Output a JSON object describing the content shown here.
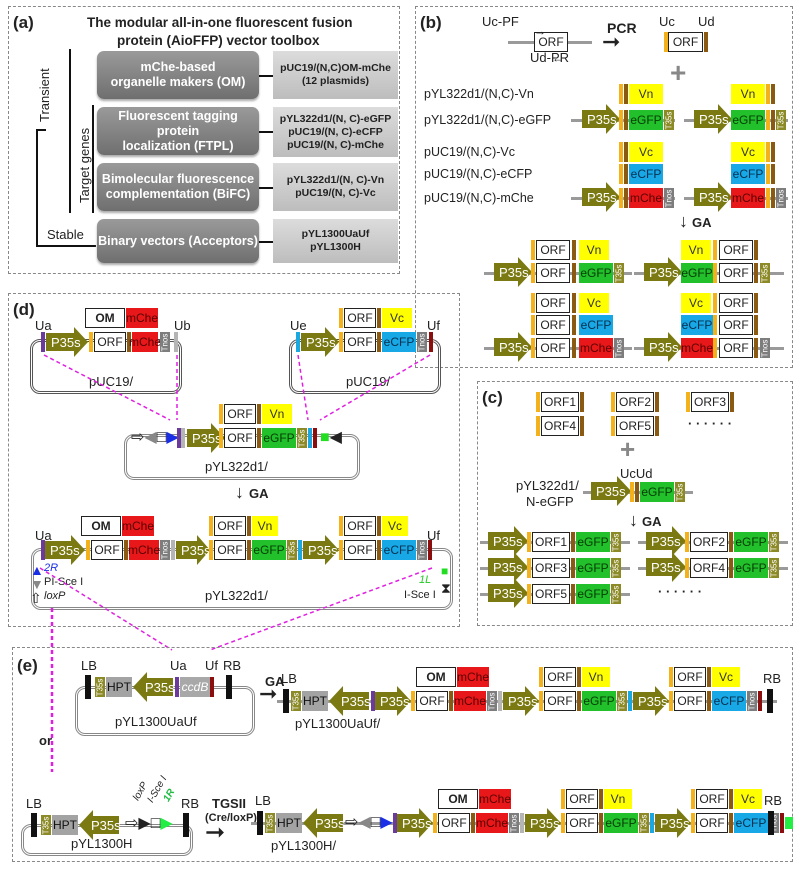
{
  "panels": {
    "a": {
      "label": "(a)",
      "title_line1": "The modular all-in-one fluorescent fusion",
      "title_line2": "protein (AioFFP) vector toolbox",
      "branch_transient": "Transient",
      "branch_target_genes": "Target genes",
      "branch_stable": "Stable",
      "rows": [
        {
          "category_line1": "mChe-based",
          "category_line2": "organelle makers (OM)",
          "plasmids": [
            "pUC19/(N,C)OM-mChe",
            "(12 plasmids)"
          ]
        },
        {
          "category_line1": "Fluorescent tagging protein",
          "category_line2": "localization (FTPL)",
          "plasmids": [
            "pYL322d1/(N, C)-eGFP",
            "pUC19/(N, C)-eCFP",
            "pUC19/(N, C)-mChe"
          ]
        },
        {
          "category_line1": "Bimolecular fluorescence",
          "category_line2": "complementation (BiFC)",
          "plasmids": [
            "pYL322d1/(N, C)-Vn",
            "pUC19/(N, C)-Vc"
          ]
        },
        {
          "category_line1": "Binary vectors (Acceptors)",
          "category_line2": "",
          "plasmids": [
            "pYL1300UaUf",
            "pYL1300H"
          ]
        }
      ]
    },
    "b": {
      "label": "(b)",
      "primer_f": "Uc-PF",
      "primer_r": "Ud-PR",
      "pcr": "PCR",
      "uc": "Uc",
      "ud": "Ud",
      "plus": "+",
      "vectors": [
        "pYL322d1/(N,C)-Vn",
        "pYL322d1/(N,C)-eGFP",
        "pUC19/(N,C)-Vc",
        "pUC19/(N,C)-eCFP",
        "pUC19/(N,C)-mChe"
      ],
      "ga": "GA"
    },
    "c": {
      "label": "(c)",
      "orfs": [
        "ORF1",
        "ORF2",
        "ORF3",
        "ORF4",
        "ORF5"
      ],
      "ellipsis": "· · · · · ·",
      "plus": "+",
      "uc_ud": "UcUd",
      "vector_line1": "pYL322d1/",
      "vector_line2": "N-eGFP",
      "ga": "GA"
    },
    "d": {
      "label": "(d)",
      "ua": "Ua",
      "ub": "Ub",
      "ue": "Ue",
      "uf": "Uf",
      "puc19": "pUC19/",
      "pyl322": "pYL322d1/",
      "ga": "GA",
      "site_2r": "2R",
      "site_pisce": "PI-Sce I",
      "site_loxp": "loxP",
      "site_1l": "1L",
      "site_isce": "I-Sce I"
    },
    "e": {
      "label": "(e)",
      "lb": "LB",
      "rb": "RB",
      "ua": "Ua",
      "uf": "Uf",
      "acceptor1": "pYL1300UaUf",
      "product1": "pYL1300UaUf/",
      "acceptor2": "pYL1300H",
      "product2": "pYL1300H/",
      "ga": "GA",
      "or": "or",
      "tgsii": "TGSII",
      "crelox": "(Cre/loxP)",
      "site_loxp": "loxP",
      "site_isce": "I-Sce I",
      "site_1r": "1R"
    }
  },
  "parts": {
    "orf": "ORF",
    "om": "OM",
    "mche": "mChe",
    "egfp": "eGFP",
    "ecfp": "eCFP",
    "vn": "Vn",
    "vc": "Vc",
    "p35s": "P35s",
    "t35s": "T35s",
    "tnos": "Tnos",
    "hpt": "HPT",
    "ccdb": "ccdB"
  },
  "colors": {
    "mche": "#e8181a",
    "egfp": "#22c02a",
    "ecfp": "#18a8e6",
    "venus": "#ffff00",
    "promoter": "#7b7a12",
    "uc": "#f3b21c",
    "ud": "#8b5a12",
    "assembly_arrow": "#e020e0"
  }
}
